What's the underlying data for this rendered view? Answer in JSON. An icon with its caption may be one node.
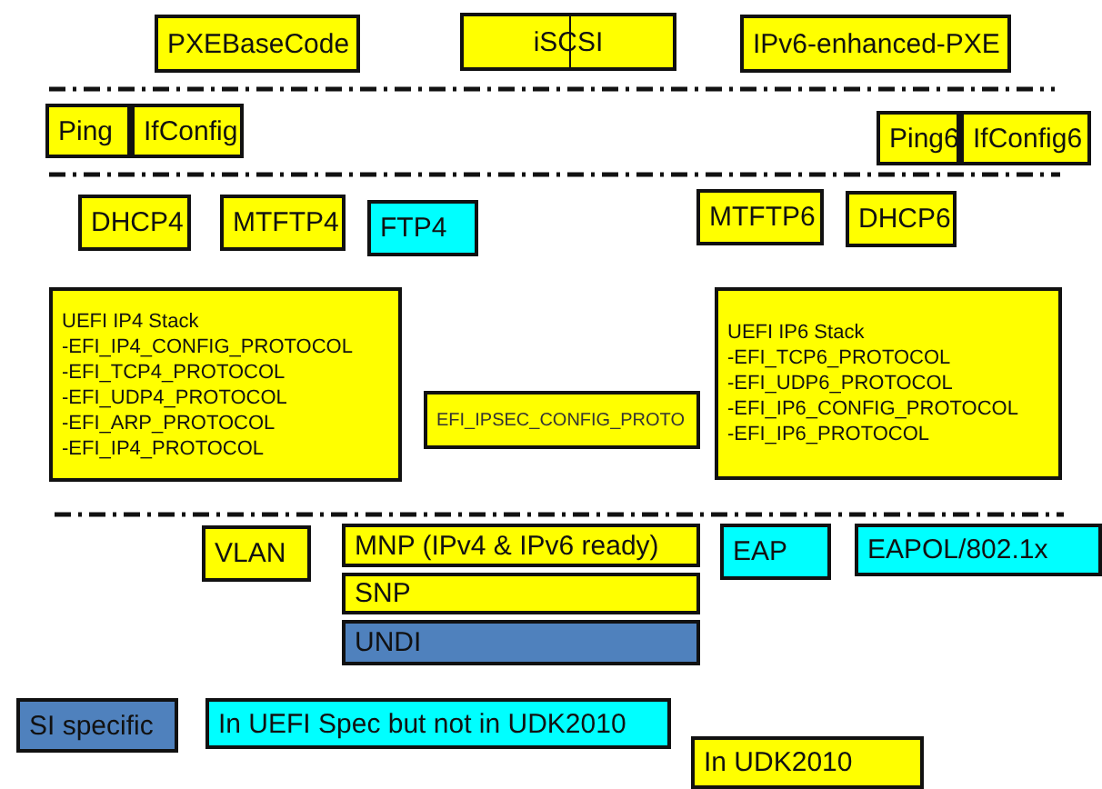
{
  "diagram": {
    "nodes": [
      {
        "text": [
          "PXEBaseCode"
        ]
      },
      {
        "text": [
          "iSCSI"
        ]
      },
      {
        "text": [
          "IPv6-enhanced-PXE"
        ]
      },
      {
        "text": [
          "Ping"
        ]
      },
      {
        "text": [
          "IfConfig"
        ]
      },
      {
        "text": [
          "Ping6"
        ]
      },
      {
        "text": [
          "IfConfig6"
        ]
      },
      {
        "text": [
          "DHCP4"
        ]
      },
      {
        "text": [
          "MTFTP4"
        ]
      },
      {
        "text": [
          "FTP4"
        ]
      },
      {
        "text": [
          "MTFTP6"
        ]
      },
      {
        "text": [
          "DHCP6"
        ]
      },
      {
        "text": [
          "UEFI IP4 Stack",
          "-EFI_IP4_CONFIG_PROTOCOL",
          "-EFI_TCP4_PROTOCOL",
          "-EFI_UDP4_PROTOCOL",
          "-EFI_ARP_PROTOCOL",
          "-EFI_IP4_PROTOCOL"
        ]
      },
      {
        "text": [
          "EFI_IPSEC_CONFIG_PROTO"
        ]
      },
      {
        "text": [
          "UEFI IP6 Stack",
          "-EFI_TCP6_PROTOCOL",
          "-EFI_UDP6_PROTOCOL",
          "-EFI_IP6_CONFIG_PROTOCOL",
          "-EFI_IP6_PROTOCOL"
        ]
      },
      {
        "text": [
          "VLAN"
        ]
      },
      {
        "text": [
          "MNP (IPv4 & IPv6 ready)"
        ]
      },
      {
        "text": [
          "SNP"
        ]
      },
      {
        "text": [
          "UNDI"
        ]
      },
      {
        "text": [
          "EAP"
        ]
      },
      {
        "text": [
          "EAPOL/802.1x"
        ]
      }
    ],
    "legend": [
      {
        "text": "SI specific",
        "color": "#4f81bd"
      },
      {
        "text": "In UEFI Spec but not in UDK2010",
        "color": "#00ffff"
      },
      {
        "text": "In UDK2010",
        "color": "#ffff00"
      }
    ]
  }
}
